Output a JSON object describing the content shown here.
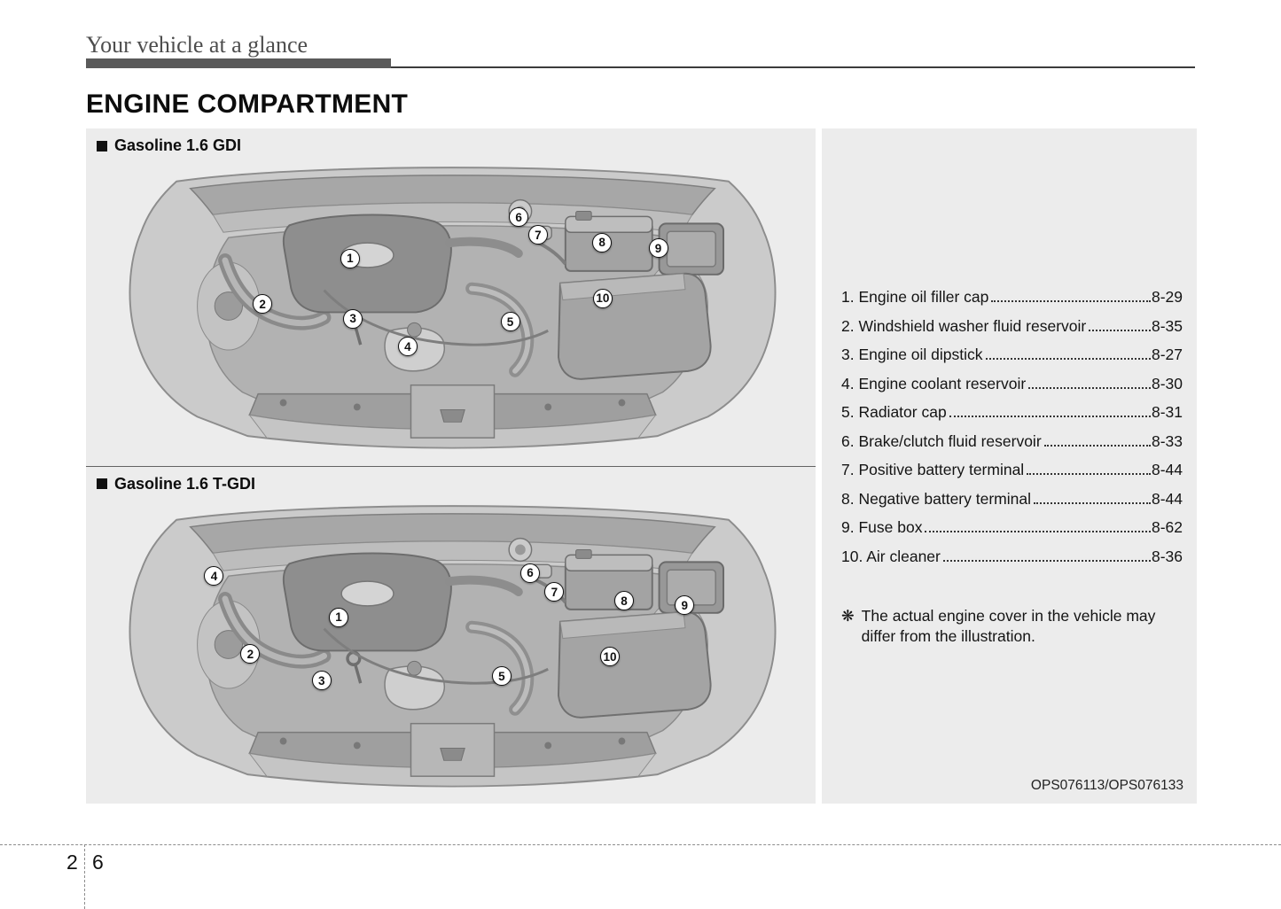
{
  "colors": {
    "panel-bg": "#ececec",
    "rule-bar": "#5a5a5a"
  },
  "header": {
    "running_title": "Your vehicle at a glance",
    "section_heading": "ENGINE COMPARTMENT"
  },
  "figure": {
    "diagrams": [
      {
        "label": "Gasoline 1.6 GDI",
        "markers": [
          "1",
          "2",
          "3",
          "4",
          "5",
          "6",
          "7",
          "8",
          "9",
          "10"
        ]
      },
      {
        "label": "Gasoline 1.6 T-GDI",
        "markers": [
          "4",
          "1",
          "2",
          "3",
          "5",
          "6",
          "7",
          "8",
          "9",
          "10"
        ]
      }
    ],
    "image_code": "OPS076113/OPS076133"
  },
  "legend": {
    "items": [
      {
        "label": "1. Engine oil filler cap",
        "page": "8-29"
      },
      {
        "label": "2. Windshield washer fluid reservoir",
        "page": "8-35"
      },
      {
        "label": "3. Engine oil dipstick",
        "page": "8-27"
      },
      {
        "label": "4. Engine coolant reservoir",
        "page": "8-30"
      },
      {
        "label": "5. Radiator cap",
        "page": "8-31"
      },
      {
        "label": "6. Brake/clutch fluid reservoir",
        "page": "8-33"
      },
      {
        "label": "7. Positive battery terminal",
        "page": "8-44"
      },
      {
        "label": "8. Negative battery terminal",
        "page": "8-44"
      },
      {
        "label": "9. Fuse box",
        "page": "8-62"
      },
      {
        "label": "10. Air cleaner",
        "page": "8-36"
      }
    ],
    "note_symbol": "❋",
    "note_text": "The actual engine cover in the vehicle may differ from the illustration."
  },
  "footer": {
    "chapter": "2",
    "page": "6"
  }
}
